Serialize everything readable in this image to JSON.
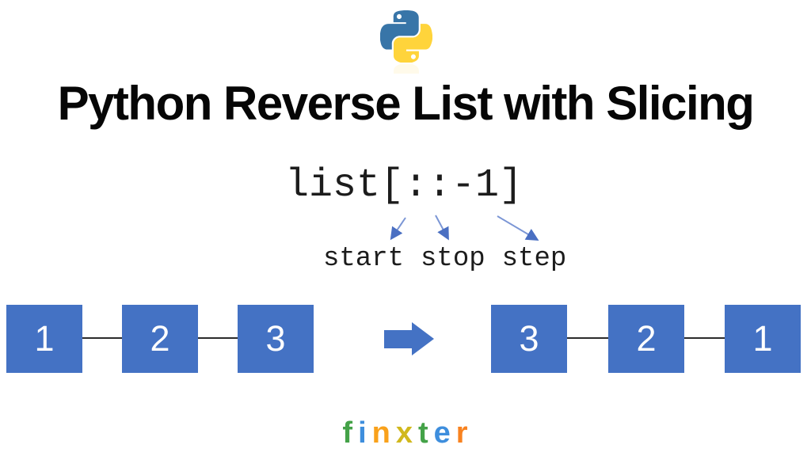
{
  "header": {
    "title": "Python Reverse List with Slicing"
  },
  "logo": {
    "name": "python-logo",
    "blue": "#3875A8",
    "yellow": "#FFD43B"
  },
  "slice": {
    "code": "list[::-1]",
    "labels": [
      "start",
      "stop",
      "step"
    ]
  },
  "diagram": {
    "left_list": [
      "1",
      "2",
      "3"
    ],
    "right_list": [
      "3",
      "2",
      "1"
    ],
    "box_color": "#4472C4",
    "number_color": "#ffffff",
    "connector_color": "#2b2b2b",
    "transform_arrow_color": "#4472C4",
    "annotation_line_color": "#7b96d5",
    "annotation_arrowhead_color": "#4a6fc2"
  },
  "brand": {
    "name": "finxter",
    "letters": [
      {
        "char": "f",
        "color": "#44A248"
      },
      {
        "char": "i",
        "color": "#3E8EDD"
      },
      {
        "char": "n",
        "color": "#F9A11B"
      },
      {
        "char": "x",
        "color": "#D1B81C"
      },
      {
        "char": "t",
        "color": "#44A248"
      },
      {
        "char": "e",
        "color": "#3E8EDD"
      },
      {
        "char": "r",
        "color": "#F8821F"
      }
    ]
  }
}
